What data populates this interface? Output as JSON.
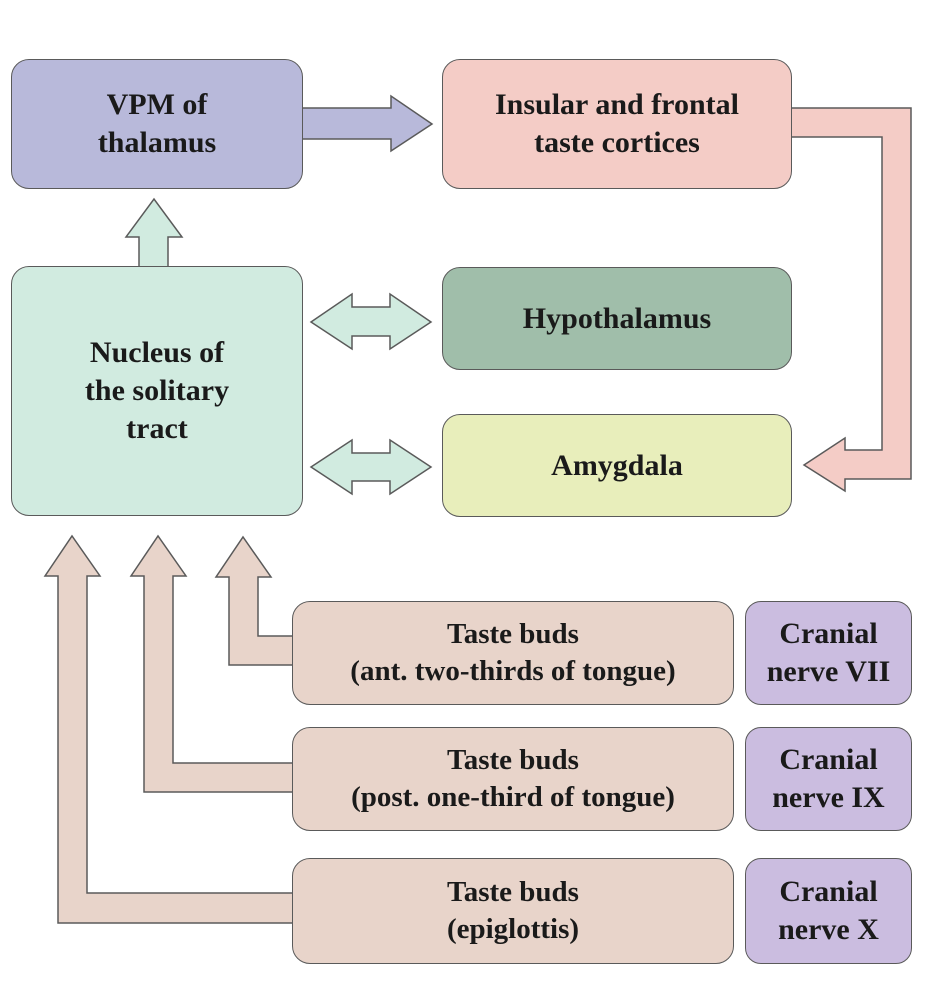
{
  "diagram": {
    "title": "Central taste pathways",
    "colors": {
      "vpm": "#b8b9da",
      "insular": "#f4ccc6",
      "nst": "#d1ebe0",
      "hypothalamus": "#a0beaa",
      "amygdala": "#e8eebb",
      "taste_buds": "#e8d4ca",
      "cranial_nerve": "#cbbde0",
      "outline": "#5a5a5a"
    },
    "nodes": {
      "vpm": {
        "line1": "VPM of",
        "line2": "thalamus"
      },
      "insular": {
        "line1": "Insular and frontal",
        "line2": "taste cortices"
      },
      "nst": {
        "line1": "Nucleus of",
        "line2": "the solitary",
        "line3": "tract"
      },
      "hypothalamus": {
        "label": "Hypothalamus"
      },
      "amygdala": {
        "label": "Amygdala"
      },
      "taste_buds": [
        {
          "line1": "Taste buds",
          "line2": "(ant. two-thirds of tongue)"
        },
        {
          "line1": "Taste buds",
          "line2": "(post. one-third of tongue)"
        },
        {
          "line1": "Taste buds",
          "line2": "(epiglottis)"
        }
      ],
      "cranial_nerves": [
        {
          "line1": "Cranial",
          "line2": "nerve VII"
        },
        {
          "line1": "Cranial",
          "line2": "nerve IX"
        },
        {
          "line1": "Cranial",
          "line2": "nerve X"
        }
      ]
    },
    "edges": [
      {
        "from": "nst",
        "to": "vpm",
        "type": "one-way"
      },
      {
        "from": "vpm",
        "to": "insular",
        "type": "one-way"
      },
      {
        "from": "insular",
        "to": "amygdala",
        "type": "one-way"
      },
      {
        "from": "nst",
        "to": "hypothalamus",
        "type": "two-way"
      },
      {
        "from": "nst",
        "to": "amygdala",
        "type": "two-way"
      },
      {
        "from": "taste_buds_anterior",
        "to": "nst",
        "type": "one-way"
      },
      {
        "from": "taste_buds_posterior",
        "to": "nst",
        "type": "one-way"
      },
      {
        "from": "taste_buds_epiglottis",
        "to": "nst",
        "type": "one-way"
      }
    ]
  }
}
